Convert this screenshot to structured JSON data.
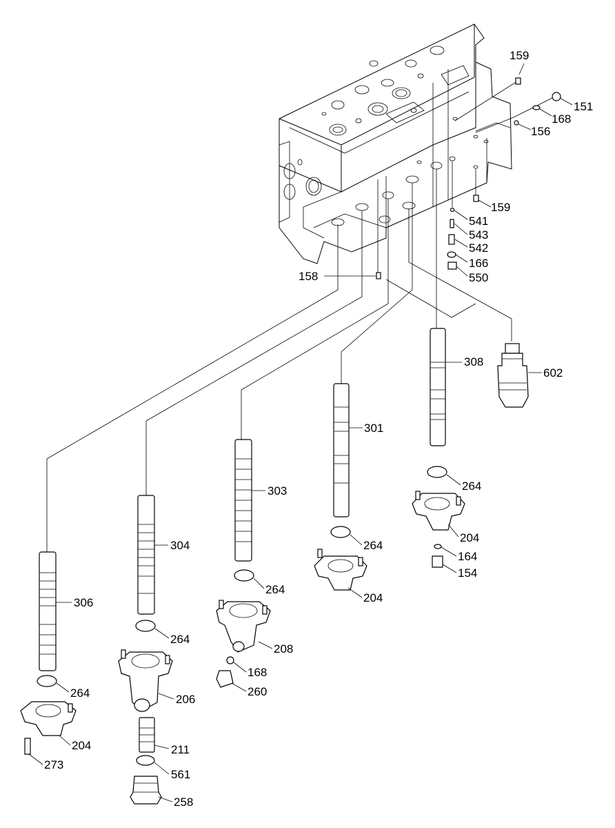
{
  "diagram": {
    "labels": {
      "p151": "151",
      "p168a": "168",
      "p156": "156",
      "p159a": "159",
      "p159b": "159",
      "p541": "541",
      "p543": "543",
      "p542": "542",
      "p166": "166",
      "p550": "550",
      "p158": "158",
      "p308": "308",
      "p602": "602",
      "p301": "301",
      "p303": "303",
      "p304": "304",
      "p306": "306",
      "p264a": "264",
      "p264b": "264",
      "p264c": "264",
      "p264d": "264",
      "p264e": "264",
      "p204a": "204",
      "p204b": "204",
      "p204c": "204",
      "p164": "164",
      "p154": "154",
      "p208": "208",
      "p168b": "168",
      "p260": "260",
      "p206": "206",
      "p211": "211",
      "p561": "561",
      "p258": "258",
      "p273": "273"
    }
  }
}
